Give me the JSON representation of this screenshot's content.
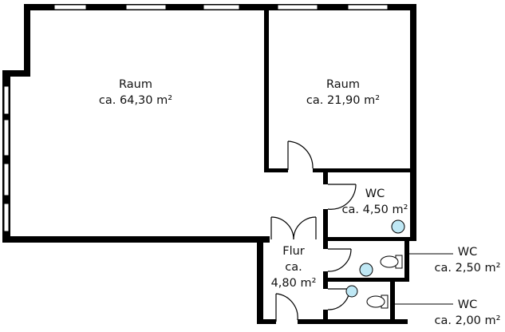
{
  "rooms": {
    "room1": {
      "name": "Raum",
      "area": "ca. 64,30 m²"
    },
    "room2": {
      "name": "Raum",
      "area": "ca. 21,90 m²"
    },
    "wc1": {
      "name": "WC",
      "area": "ca. 4,50 m²"
    },
    "flur": {
      "name": "Flur",
      "area_prefix": "ca.",
      "area_value": "4,80 m²"
    },
    "wc2": {
      "name": "WC",
      "area": "ca. 2,50 m²"
    },
    "wc3": {
      "name": "WC",
      "area": "ca. 2,00 m²"
    }
  },
  "colors": {
    "wall": "#000000",
    "window": "#ffffff",
    "fixture_fill": "#bfe8f5",
    "fixture_stroke": "#000000"
  }
}
